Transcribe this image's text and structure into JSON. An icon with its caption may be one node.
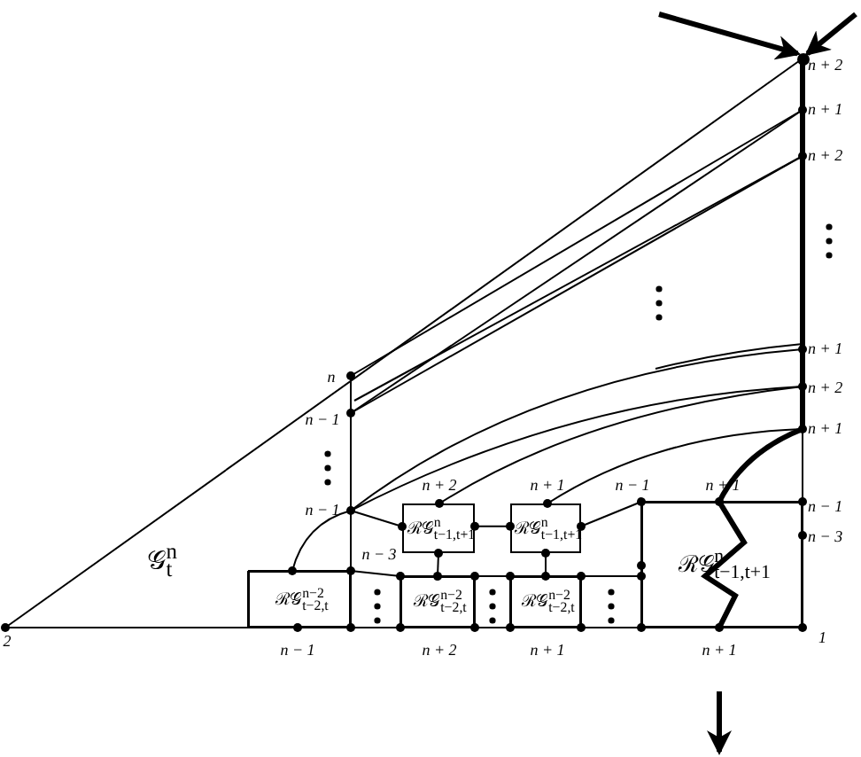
{
  "diagram": {
    "nodes": [
      {
        "text": [],
        "shape": "circle"
      },
      {
        "text": [
          "ℛ𝒢$^{n}$$_{t−1,t+1}$"
        ]
      },
      {
        "text": [
          "ℛ𝒢$^{n}$$_{t−1,t+1}$"
        ]
      },
      {
        "text": [
          "ℛ𝒢$^{n}$$_{t−1,t+1}$"
        ]
      },
      {
        "text": [
          "ℛ𝒢$^{n−2}$$_{t−2,t}$"
        ]
      },
      {
        "text": [
          "ℛ𝒢$^{n−2}$$_{t−2,t}$"
        ]
      },
      {
        "text": [
          "ℛ𝒢$^{n−2}$$_{t−2,t}$"
        ]
      }
    ],
    "edges": [
      {
        "from": null,
        "to": 0,
        "arrow": "to",
        "style": "thick"
      },
      {
        "from": null,
        "to": 0,
        "arrow": "to",
        "style": "thick"
      },
      {
        "from": 1,
        "to": 2,
        "arrow": "other"
      },
      {
        "from": 2,
        "to": 3,
        "arrow": "other"
      },
      {
        "from": 1,
        "to": 5,
        "arrow": "other"
      },
      {
        "from": 2,
        "to": 6,
        "arrow": "other"
      }
    ],
    "labels": [
      "n + 2",
      "n + 1",
      "n + 2",
      "n + 1",
      "n",
      "n + 2",
      "n − 1",
      "n + 1",
      "n + 2",
      "n + 1",
      "n − 1",
      "n + 1",
      "n − 1",
      "n − 1",
      "𝒢$^{n}$$_{t}$",
      "n − 3",
      "n − 3",
      "2",
      "1",
      "n − 1",
      "n + 2",
      "n + 1",
      "n + 1"
    ]
  }
}
